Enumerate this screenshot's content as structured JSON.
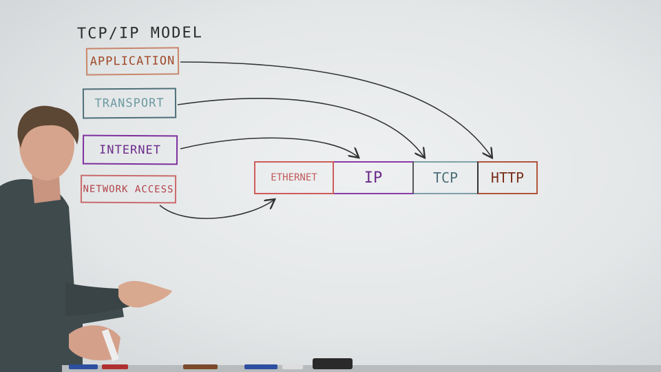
{
  "whiteboard": {
    "title": "TCP/IP MODEL",
    "layers": [
      {
        "label": "APPLICATION"
      },
      {
        "label": "TRANSPORT"
      },
      {
        "label": "INTERNET"
      },
      {
        "label": "NETWORK ACCESS"
      }
    ],
    "packet": [
      {
        "label": "ETHERNET"
      },
      {
        "label": "IP"
      },
      {
        "label": "TCP"
      },
      {
        "label": "HTTP"
      }
    ]
  }
}
